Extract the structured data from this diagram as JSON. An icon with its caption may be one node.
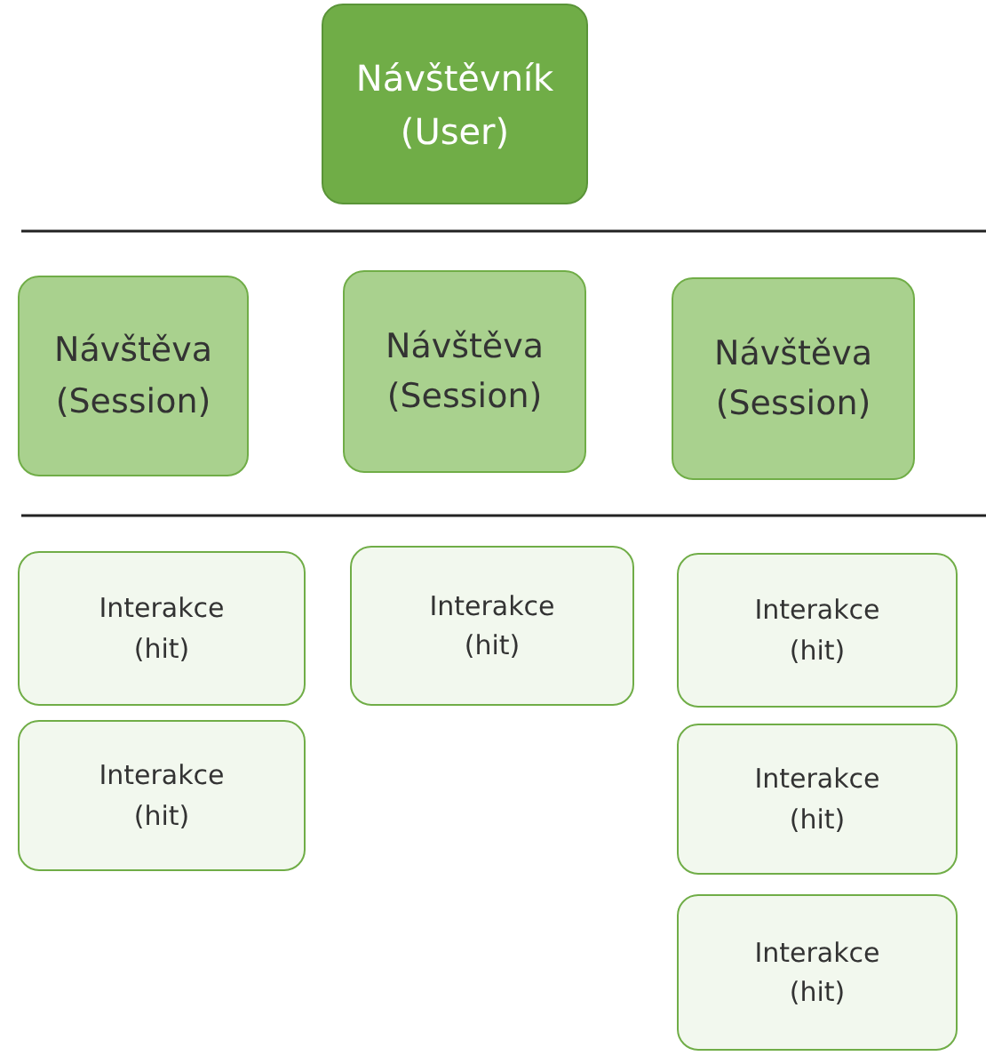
{
  "diagram": {
    "nodes": [
      {
        "text": [
          "Návštěvník (User)"
        ]
      },
      {
        "text": [
          "Návštěva (Session)"
        ]
      },
      {
        "text": [
          "Návštěva (Session)"
        ]
      },
      {
        "text": [
          "Návštěva (Session)"
        ]
      },
      {
        "text": [
          "Interakce (hit)"
        ]
      },
      {
        "text": [
          "Interakce (hit)"
        ]
      },
      {
        "text": [
          "Interakce (hit)"
        ]
      },
      {
        "text": [
          "Interakce (hit)"
        ]
      },
      {
        "text": [
          "Interakce (hit)"
        ]
      },
      {
        "text": [
          "Interakce (hit)"
        ]
      }
    ]
  }
}
